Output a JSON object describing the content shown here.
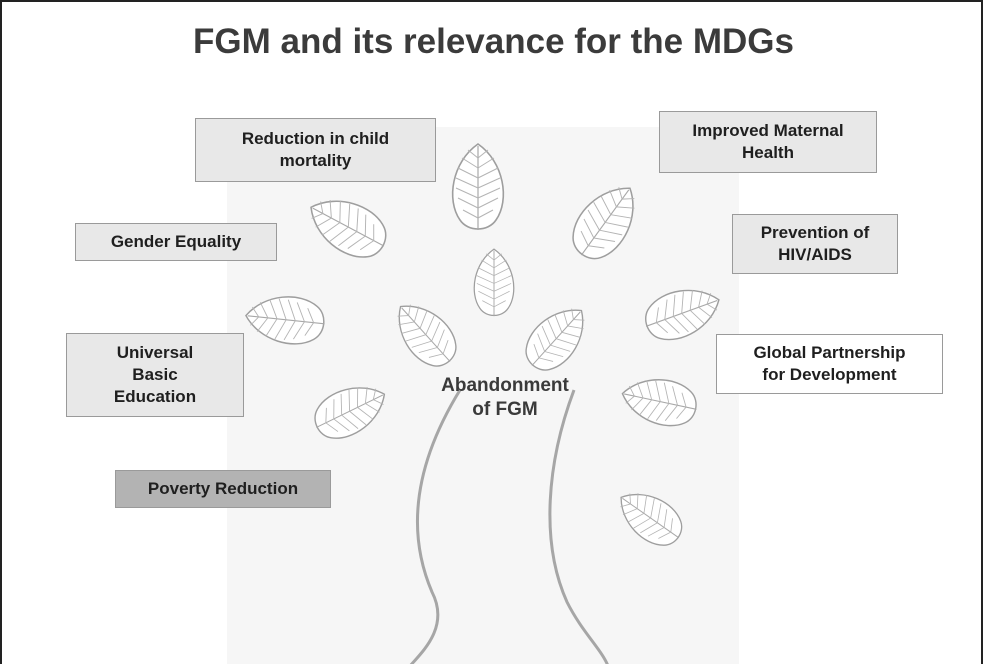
{
  "title": "FGM and its relevance for the MDGs",
  "center": "Abandonment\nof FGM",
  "goals": {
    "child_mortality": "Reduction in child\nmortality",
    "maternal_health": "Improved Maternal\nHealth",
    "gender_equality": "Gender Equality",
    "hiv_aids": "Prevention of\nHIV/AIDS",
    "basic_education": "Universal\nBasic\nEducation",
    "global_partnership": "Global Partnership\nfor Development",
    "poverty_reduction": "Poverty Reduction"
  },
  "colors": {
    "box_light": "#e8e8e8",
    "box_dark": "#b3b3b3",
    "box_white": "#ffffff",
    "leaf_stroke": "#9e9e9e",
    "trunk": "#a6a6a6"
  }
}
